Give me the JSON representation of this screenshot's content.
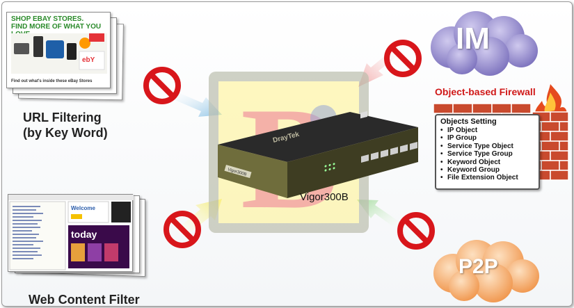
{
  "labels": {
    "url_filtering_line1": "URL Filtering",
    "url_filtering_line2": "(by Key Word)",
    "web_content_filter": "Web Content Filter",
    "router_model": "Vigor300B"
  },
  "clouds": {
    "im": "IM",
    "p2p": "P2P"
  },
  "firewall": {
    "title": "Object-based Firewall",
    "objects_title": "Objects Setting",
    "objects": [
      "IP Object",
      "IP Group",
      "Service Type Object",
      "Service Type Group",
      "Keyword Object",
      "Keyword Group",
      "File Extension Object"
    ]
  },
  "screenshots": {
    "ebay_stores_headline_1": "SHOP EBAY STORES.",
    "ebay_stores_headline_2": "FIND MORE OF WHAT YOU LOVE.",
    "ebay_stores_footer": "Find out what's inside these eBay Stores",
    "ebay_home_welcome": "Welcome",
    "ebay_home_today": "today",
    "ebay_brand": "ebY"
  },
  "router": {
    "brand": "DrayTek"
  },
  "colors": {
    "block_sign_red": "#d8161b",
    "arrow_blue": "#8fc4e6",
    "arrow_green": "#a6dca0",
    "arrow_yellow": "#f3ec7a",
    "arrow_pink": "#f2a7a7",
    "im_cloud": "#8b80c9",
    "p2p_cloud": "#f2a35a",
    "firewall_brick": "#c94a2e",
    "firewall_title": "#d01818"
  }
}
